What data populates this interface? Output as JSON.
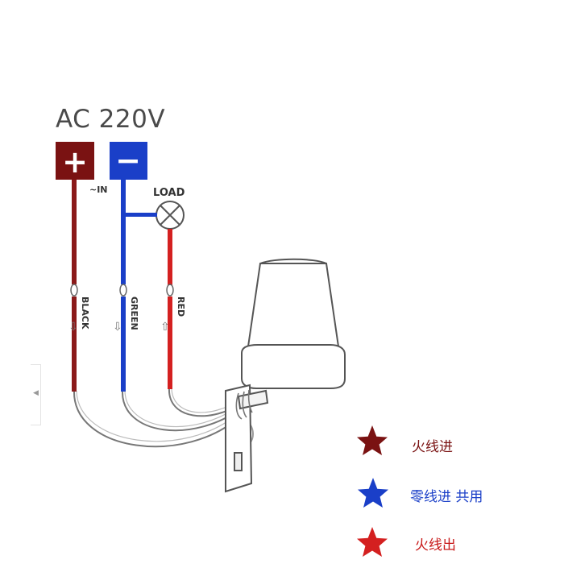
{
  "title": "AC 220V",
  "terminals": {
    "plus": "+",
    "minus": "−",
    "in_label": "~IN"
  },
  "load_label": "LOAD",
  "wire_labels": {
    "black": "BLACK",
    "green": "GREEN",
    "red": "RED"
  },
  "legend": [
    {
      "text": "火线进",
      "color": "#7a1212"
    },
    {
      "text": "零线进 共用",
      "color": "#1a3fc8"
    },
    {
      "text": "火线出",
      "color": "#c81818"
    }
  ],
  "colors": {
    "plus_box": "#7a1212",
    "minus_box": "#1a3fc8",
    "black_wire": "#8b1a1a",
    "green_wire": "#1a3fc8",
    "red_wire": "#d42020",
    "sensor_outline": "#555555"
  }
}
